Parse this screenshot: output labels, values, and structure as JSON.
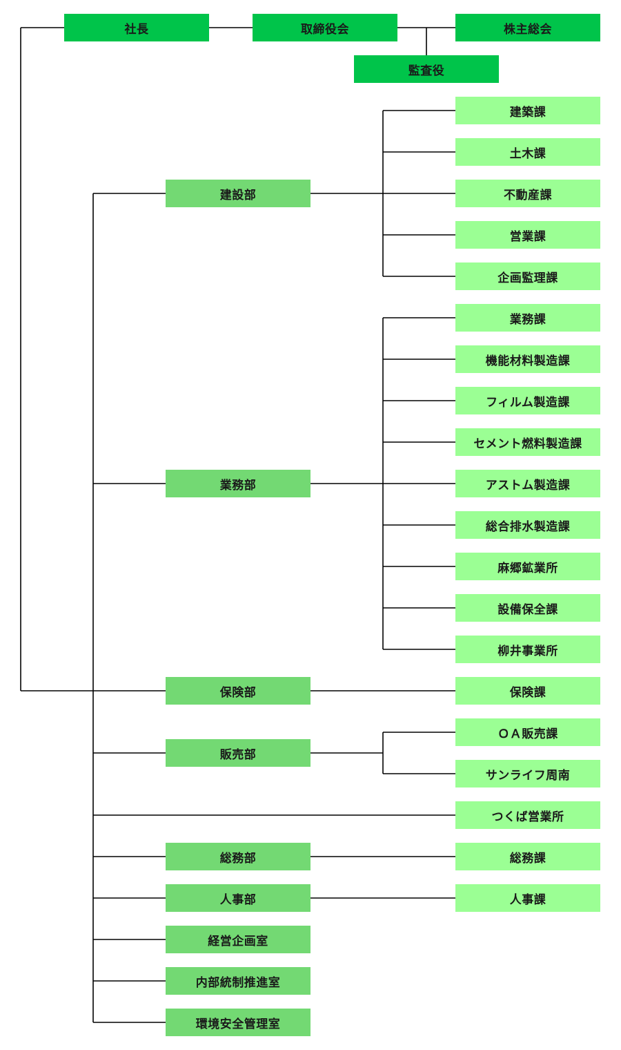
{
  "colors": {
    "executive": "#00c44a",
    "department": "#73d973",
    "section": "#9bff94",
    "line": "#000000"
  },
  "executive": {
    "president": "社長",
    "board": "取締役会",
    "shareholders": "株主総会",
    "auditor": "監査役"
  },
  "departments": [
    {
      "key": "kensetsu",
      "label": "建設部",
      "sections": [
        "建築課",
        "土木課",
        "不動産課",
        "営業課",
        "企画監理課"
      ]
    },
    {
      "key": "gyomu",
      "label": "業務部",
      "sections": [
        "業務課",
        "機能材料製造課",
        "フィルム製造課",
        "セメント燃料製造課",
        "アストム製造課",
        "総合排水製造課",
        "麻郷鉱業所",
        "設備保全課",
        "柳井事業所"
      ]
    },
    {
      "key": "hoken",
      "label": "保険部",
      "sections": [
        "保険課"
      ]
    },
    {
      "key": "hanbai",
      "label": "販売部",
      "sections": [
        "ＯＡ販売課",
        "サンライフ周南"
      ]
    },
    {
      "key": "tsukuba",
      "label": "",
      "sections": [
        "つくば営業所"
      ]
    },
    {
      "key": "somu",
      "label": "総務部",
      "sections": [
        "総務課"
      ]
    },
    {
      "key": "jinji",
      "label": "人事部",
      "sections": [
        "人事課"
      ]
    },
    {
      "key": "keiei",
      "label": "経営企画室",
      "sections": []
    },
    {
      "key": "naibu",
      "label": "内部統制推進室",
      "sections": []
    },
    {
      "key": "kankyo",
      "label": "環境安全管理室",
      "sections": []
    }
  ]
}
